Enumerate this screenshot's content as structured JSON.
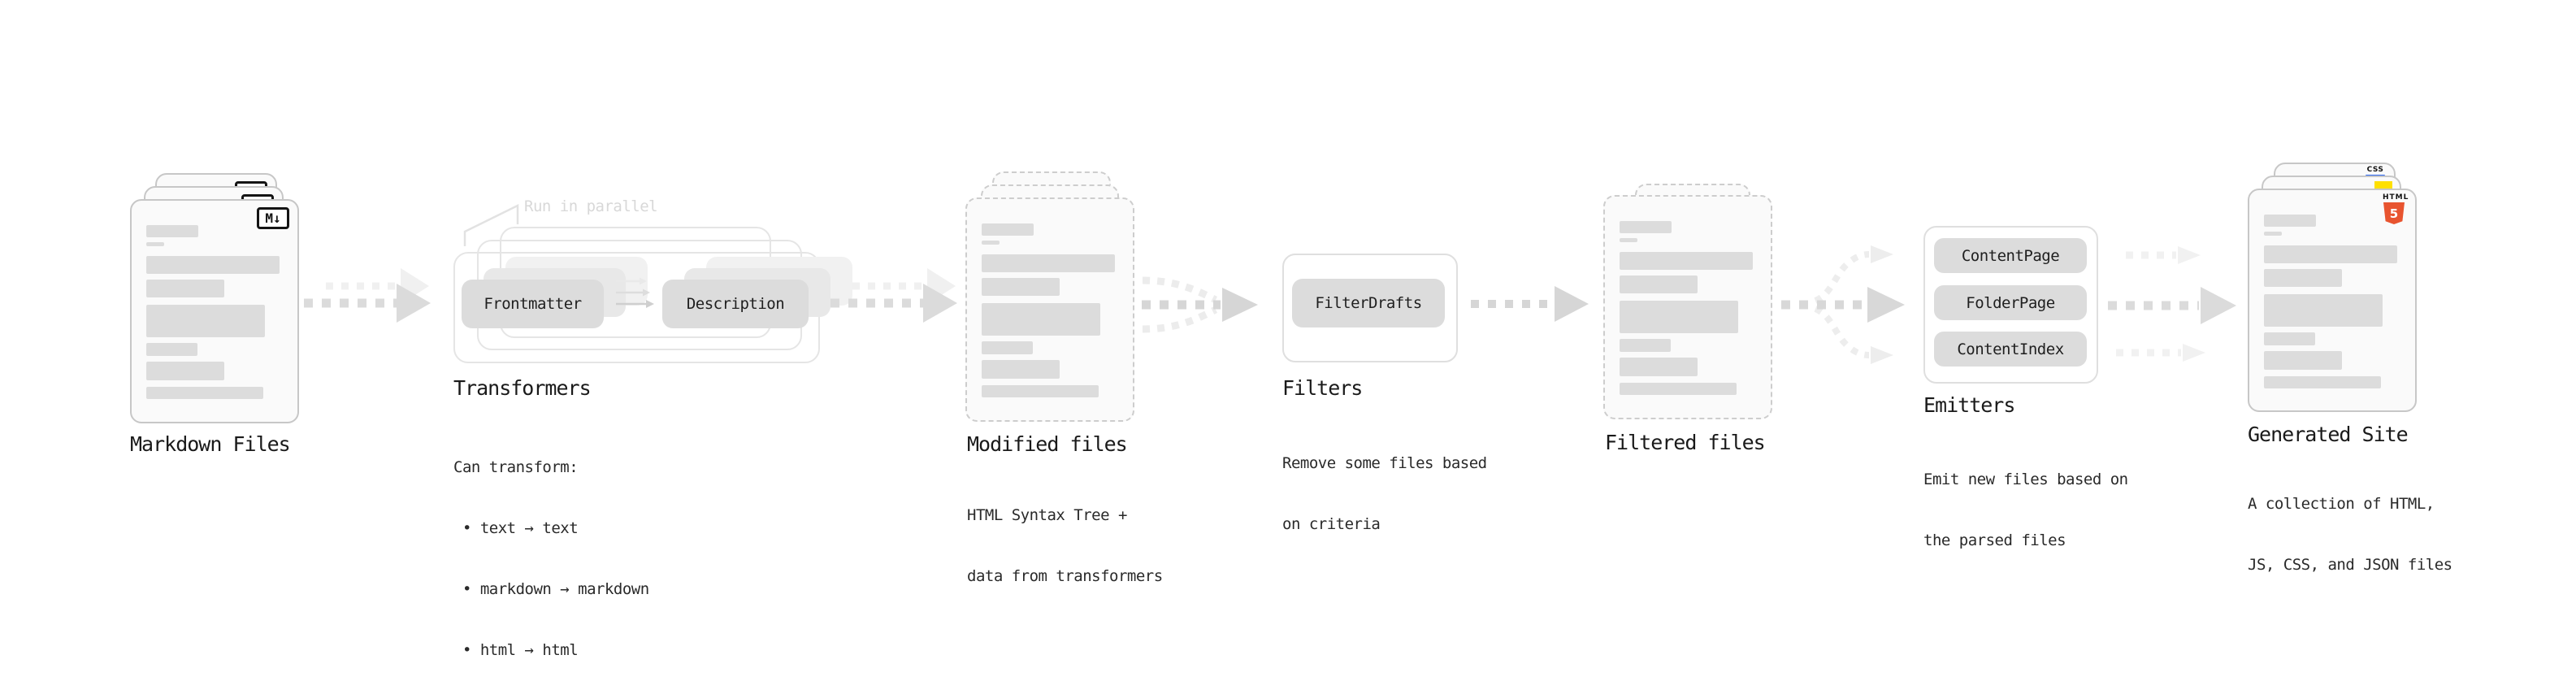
{
  "diagram": {
    "stages": [
      {
        "title": "Markdown Files"
      },
      {
        "title": "Transformers",
        "callout": "Run in parallel",
        "pills": [
          "Frontmatter",
          "Description"
        ],
        "note_lines": [
          "Can transform:",
          " • text → text",
          " • markdown → markdown",
          " • html → html"
        ]
      },
      {
        "title": "Modified files",
        "note_lines": [
          "HTML Syntax Tree +",
          "data from transformers"
        ]
      },
      {
        "title": "Filters",
        "pills": [
          "FilterDrafts"
        ],
        "note_lines": [
          "Remove some files based",
          "on criteria"
        ]
      },
      {
        "title": "Filtered files"
      },
      {
        "title": "Emitters",
        "pills": [
          "ContentPage",
          "FolderPage",
          "ContentIndex"
        ],
        "note_lines": [
          "Emit new files based on",
          "the parsed files"
        ]
      },
      {
        "title": "Generated Site",
        "note_lines": [
          "A collection of HTML,",
          "JS, CSS, and JSON files"
        ]
      }
    ],
    "icons": {
      "markdown_badge": "M↓",
      "css_badge": "CSS",
      "html_badge": "HTML",
      "html5_number": "5"
    },
    "colors": {
      "css_blue": "#2965F1",
      "js_yellow": "#FFE000",
      "html5_orange": "#E8542F",
      "pill_gray": "#DCDCDC",
      "arrow_gray": "#DBDBDB",
      "arrow_light": "#F0F0F0"
    }
  }
}
